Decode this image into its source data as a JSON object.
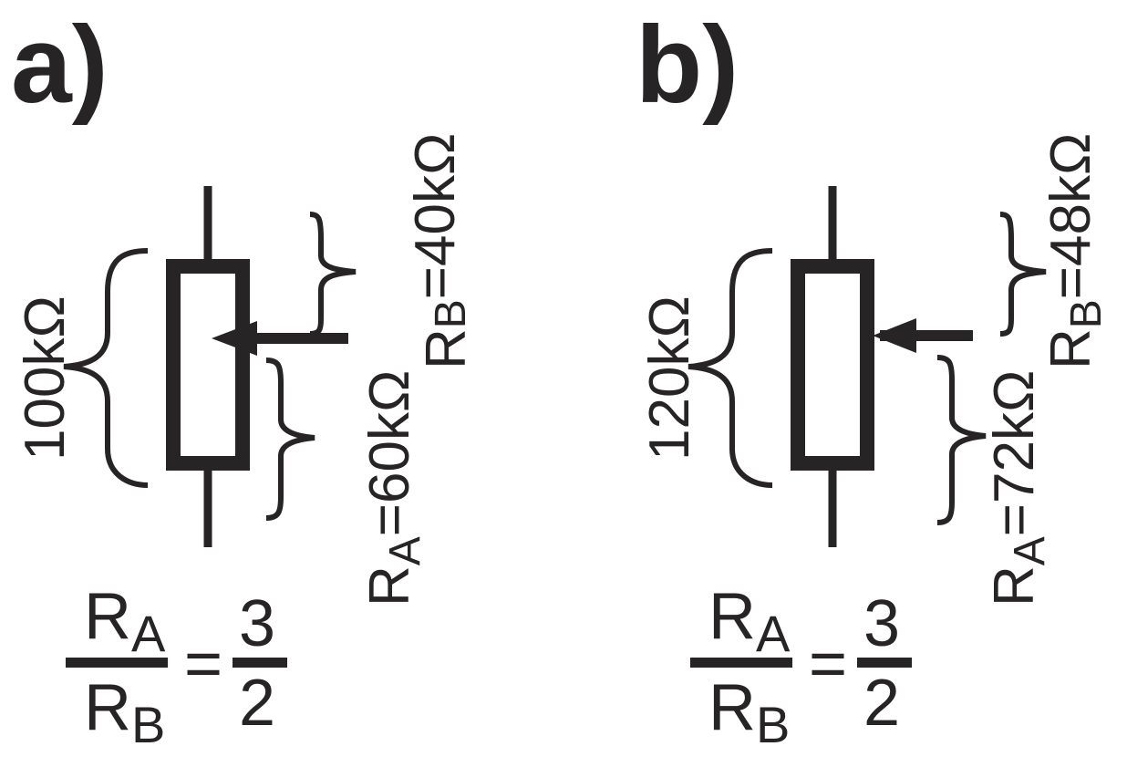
{
  "panels": [
    {
      "label": "a)",
      "total": "100kΩ",
      "ra": {
        "symbol": "R",
        "sub": "A",
        "value": "=60kΩ"
      },
      "rb": {
        "symbol": "R",
        "sub": "B",
        "value": "=40kΩ"
      },
      "ratio": {
        "num_symbol": "R",
        "num_sub": "A",
        "den_symbol": "R",
        "den_sub": "B",
        "equals": "=",
        "rhs_num": "3",
        "rhs_den": "2"
      }
    },
    {
      "label": "b)",
      "total": "120kΩ",
      "ra": {
        "symbol": "R",
        "sub": "A",
        "value": "=72kΩ"
      },
      "rb": {
        "symbol": "R",
        "sub": "B",
        "value": "=48kΩ"
      },
      "ratio": {
        "num_symbol": "R",
        "num_sub": "A",
        "den_symbol": "R",
        "den_sub": "B",
        "equals": "=",
        "rhs_num": "3",
        "rhs_den": "2"
      }
    }
  ]
}
